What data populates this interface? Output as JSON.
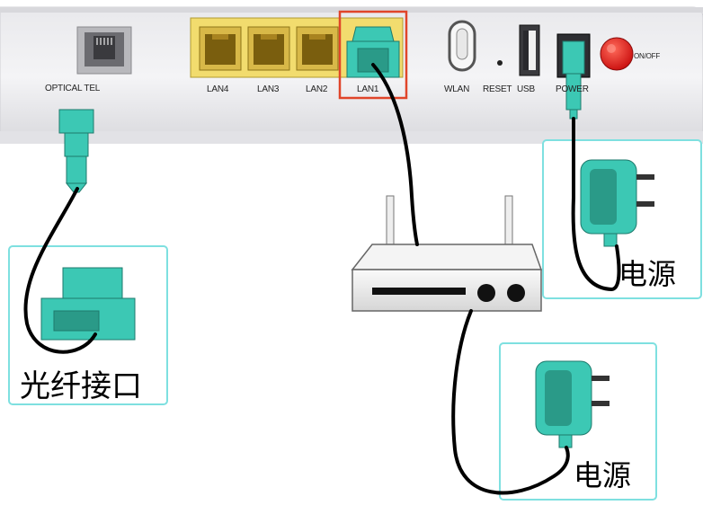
{
  "device": {
    "port_labels": {
      "optical_tel": "OPTICAL TEL",
      "lan4": "LAN4",
      "lan3": "LAN3",
      "lan2": "LAN2",
      "lan1": "LAN1",
      "wlan": "WLAN",
      "reset": "RESET",
      "usb": "USB",
      "power": "POWER",
      "onoff": "ON/OFF"
    }
  },
  "callouts": {
    "fiber_interface": "光纤接口",
    "power_1": "电源",
    "power_2": "电源"
  },
  "icons": [
    "fiber-connector-icon",
    "router-icon",
    "power-adapter-icon"
  ],
  "colors": {
    "connector_teal": "#3cc8b4",
    "connector_dark": "#2a9a88",
    "lan_port_yellow": "#f2dc6e",
    "highlight_red": "#e0452a",
    "callout_border": "#7ee0e0",
    "power_button_red": "#e01818"
  }
}
